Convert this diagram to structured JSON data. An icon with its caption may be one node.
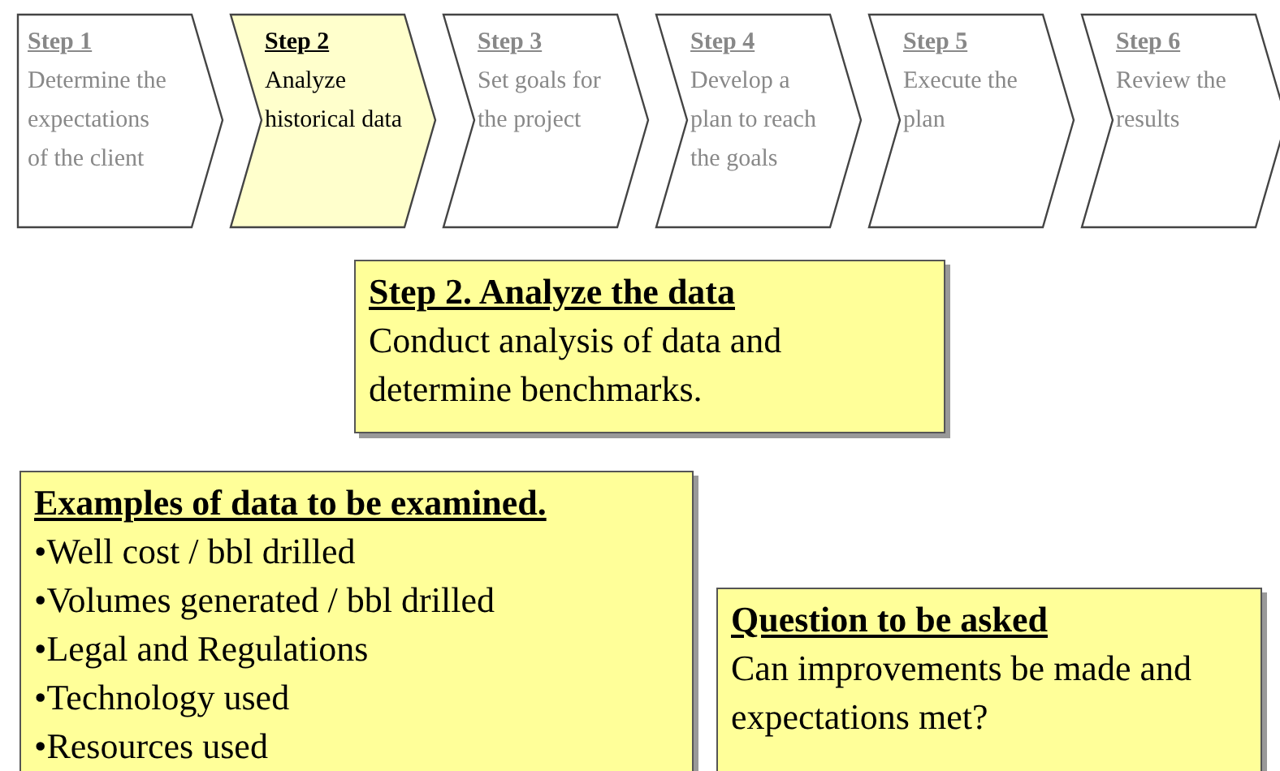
{
  "diagram": {
    "nodes": [
      {
        "text": [
          "Step 1",
          "Determine the expectations of the client"
        ]
      },
      {
        "text": [
          "Step 2",
          "Analyze historical data"
        ]
      },
      {
        "text": [
          "Step 3",
          "Set goals for the project"
        ]
      },
      {
        "text": [
          "Step 4",
          "Develop a plan to reach the goals"
        ]
      },
      {
        "text": [
          "Step 5",
          "Execute the plan"
        ]
      },
      {
        "text": [
          "Step 6",
          "Review the results"
        ]
      },
      {
        "text": [
          "Step 2. Analyze the data",
          "Conduct analysis of data and determine benchmarks."
        ]
      },
      {
        "text": [
          "Examples of data to be examined.",
          "•Well cost / bbl drilled",
          "•Volumes generated / bbl drilled",
          "•Legal and Regulations",
          "•Technology used",
          "•Resources used"
        ]
      },
      {
        "text": [
          "Question to be asked",
          "Can improvements be made and expectations met?"
        ]
      }
    ]
  }
}
